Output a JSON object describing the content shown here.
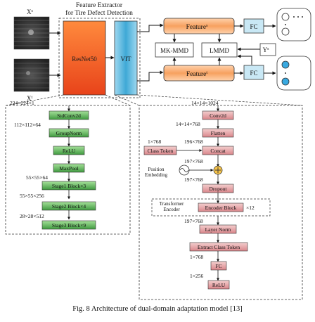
{
  "top": {
    "extractor_title_1": "Feature Extractor",
    "extractor_title_2": "for Tire Defect Detection",
    "input_source": "Xs",
    "input_target": "Xt",
    "resnet": "ResNet50",
    "vit": "VIT",
    "feature_s": "Feature",
    "feature_s_sup": "s",
    "feature_t": "Feature",
    "feature_t_sup": "t",
    "mkmmd": "MK-MMD",
    "lmmd": "LMMD",
    "ys": "Y",
    "ys_sup": "s",
    "fc_top": "FC",
    "fc_bottom": "FC"
  },
  "resnet_detail": {
    "input_dim": "224×224×1",
    "blocks": [
      "StdConv2d",
      "GroupNorm",
      "ReLU",
      "MaxPool",
      "Stage1 Block×3",
      "Stage2 Block×4",
      "Stage3 Block×9"
    ],
    "dims": [
      "112×112×64",
      "55×55×64",
      "55×55×256",
      "28×28×512"
    ]
  },
  "vit_detail": {
    "input_dim": "14×14×1024",
    "conv2d": "Conv2d",
    "dim_after_conv": "14×14×768",
    "flatten": "Flatten",
    "dim_class_token": "1×768",
    "dim_after_flatten": "196×768",
    "class_token": "Class Token",
    "concat": "Concat",
    "dim_after_concat": "197×768",
    "position_embedding_1": "Position",
    "position_embedding_2": "Embedding",
    "dim_after_add": "197×768",
    "dropout": "Dropout",
    "transformer_encoder_1": "Transformer",
    "transformer_encoder_2": "Encoder",
    "encoder_block": "Encoder Block",
    "encoder_repeat": "×12",
    "dim_after_encoder": "197×768",
    "layer_norm": "Layer Norm",
    "extract_class_token": "Extract Class Token",
    "dim_after_extract": "1×768",
    "fc": "FC",
    "dim_after_fc": "1×256",
    "relu": "ReLU"
  },
  "caption": "Fig. 8 Architecture of dual-domain adaptation model [13]",
  "colors": {
    "resnet_orange": "#f15a24",
    "vit_blue": "#3fa9d6",
    "green_block": "#4aa84a",
    "pink_block": "#d9898d",
    "output_blue": "#39a9e0"
  }
}
